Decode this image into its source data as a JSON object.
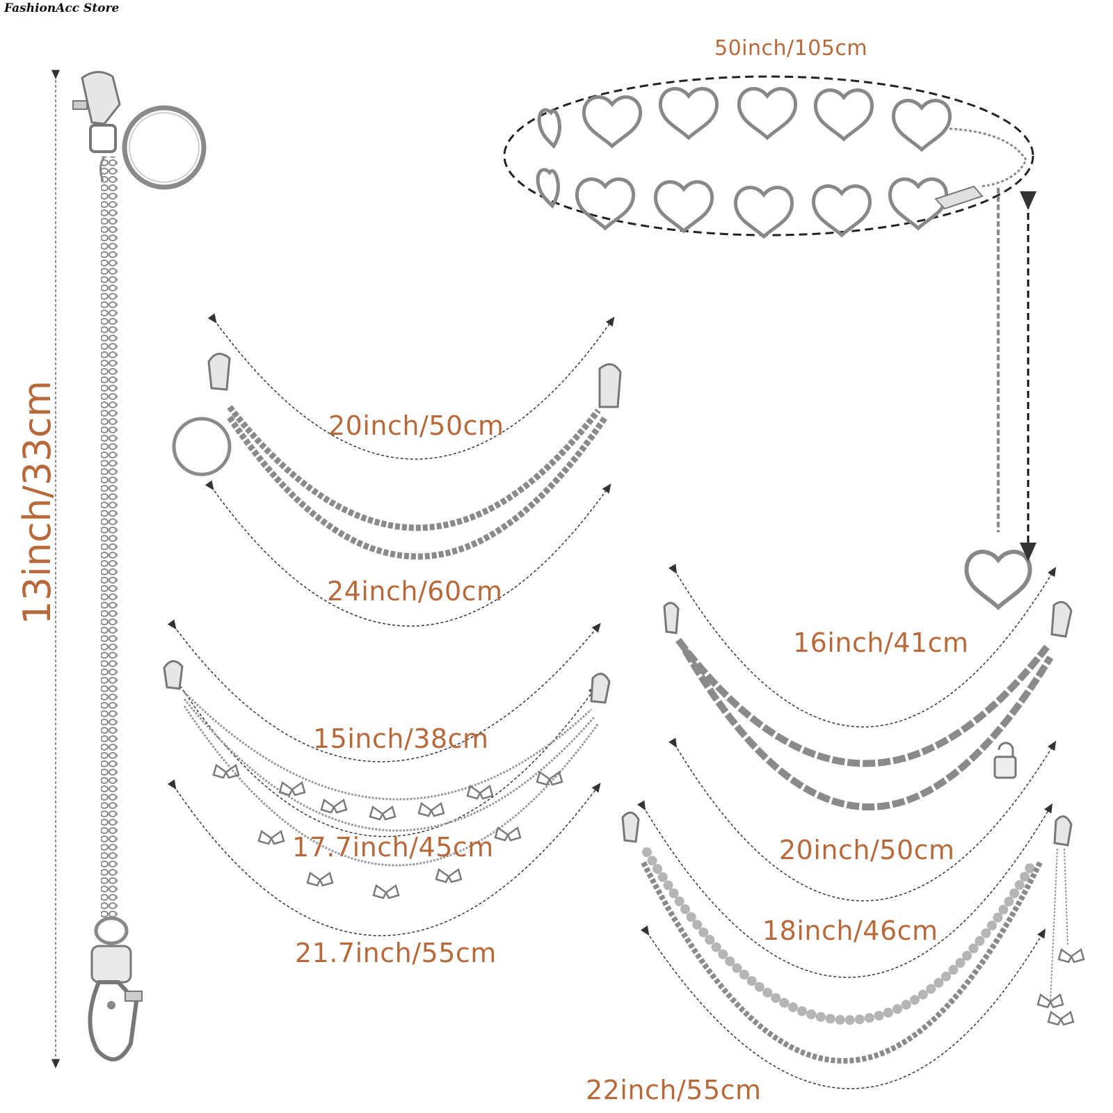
{
  "store_name": "FashionAcc Store",
  "colors": {
    "label": "#b8693a",
    "chain": "#7d7d7d",
    "dash": "#222222"
  },
  "labels": {
    "keychain_length": "13inch/33cm",
    "heart_belt_length": "50inch/105cm",
    "double_chain_short": "20inch/50cm",
    "double_chain_long": "24inch/60cm",
    "butterfly_short": "15inch/38cm",
    "butterfly_mid": "17.7inch/45cm",
    "butterfly_long": "21.7inch/55cm",
    "paperclip_short": "16inch/41cm",
    "paperclip_long": "20inch/50cm",
    "pearl_chain": "18inch/46cm",
    "curb_chain": "22inch/55cm"
  },
  "icons": [
    "lobster-clasp-icon",
    "key-ring-icon",
    "heart-link-icon",
    "butterfly-charm-icon",
    "padlock-charm-icon",
    "pearl-bead-icon"
  ]
}
